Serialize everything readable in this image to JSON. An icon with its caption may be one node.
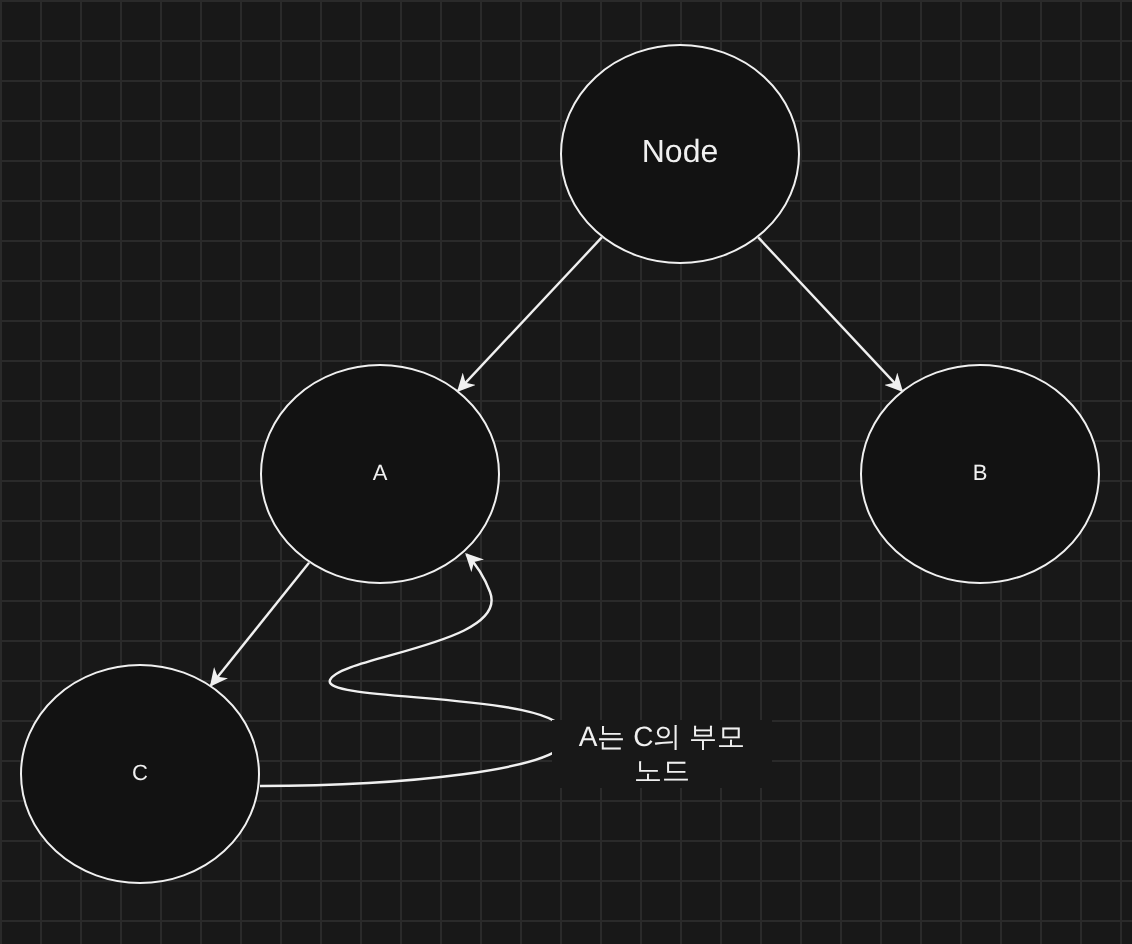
{
  "diagram": {
    "nodes": [
      {
        "text": [
          "Node"
        ]
      },
      {
        "text": [
          "A"
        ]
      },
      {
        "text": [
          "B"
        ]
      },
      {
        "text": [
          "C"
        ]
      }
    ],
    "edges": [
      {
        "from": 0,
        "to": 1,
        "arrow": "to"
      },
      {
        "from": 0,
        "to": 2,
        "arrow": "to"
      },
      {
        "from": 1,
        "to": 3,
        "arrow": "to"
      },
      {
        "from": 3,
        "to": 1,
        "arrow": "to",
        "label": "A는 C의 부모 노드"
      }
    ]
  }
}
